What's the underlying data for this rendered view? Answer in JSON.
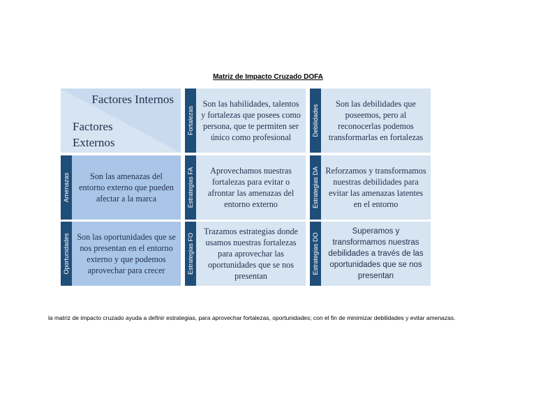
{
  "title": "Matriz de Impacto Cruzado DOFA",
  "corner": {
    "internos": "Factores Internos",
    "externos": "Factores Externos"
  },
  "labels": {
    "fortalezas": "Fortalezas",
    "debilidades": "Debilidades",
    "amenazas": "Amenazas",
    "oportunidades": "Oportunidades",
    "fa": "Estrategias FA",
    "da": "Estrategias DA",
    "fo": "Estrategias FO",
    "do": "Estrategias DO"
  },
  "cells": {
    "fortalezas": "Son las habilidades, talentos y fortalezas que posees como persona, que te permiten ser único como profesional",
    "debilidades": "Son las debilidades que poseemos, pero al reconocerlas podemos transformarlas en fortalezas",
    "amenazas": "Son las amenazas del entorno externo que pueden afectar a la marca",
    "fa": "Aprovechamos nuestras fortalezas para evitar o afrontar las amenazas del entorno externo",
    "da": "Reforzamos y transformamos nuestras debilidades para evitar las amenazas latentes en el entorno",
    "oportunidades": "Son las oportunidades que se nos presentan en el entorno externo y que podemos aprovechar para crecer",
    "fo": "Trazamos estrategias donde usamos nuestras fortalezas para aprovechar las oportunidades que se nos presentan",
    "do": "Superamos y transformamos nuestras debilidades a través de las oportunidades que se nos presentan"
  },
  "note": "la matriz de impacto cruzado ayuda a definir estrategias, para aprovechar fortalezas, oportunidades; con el fin de minimizar debilidades y evitar amenazas."
}
